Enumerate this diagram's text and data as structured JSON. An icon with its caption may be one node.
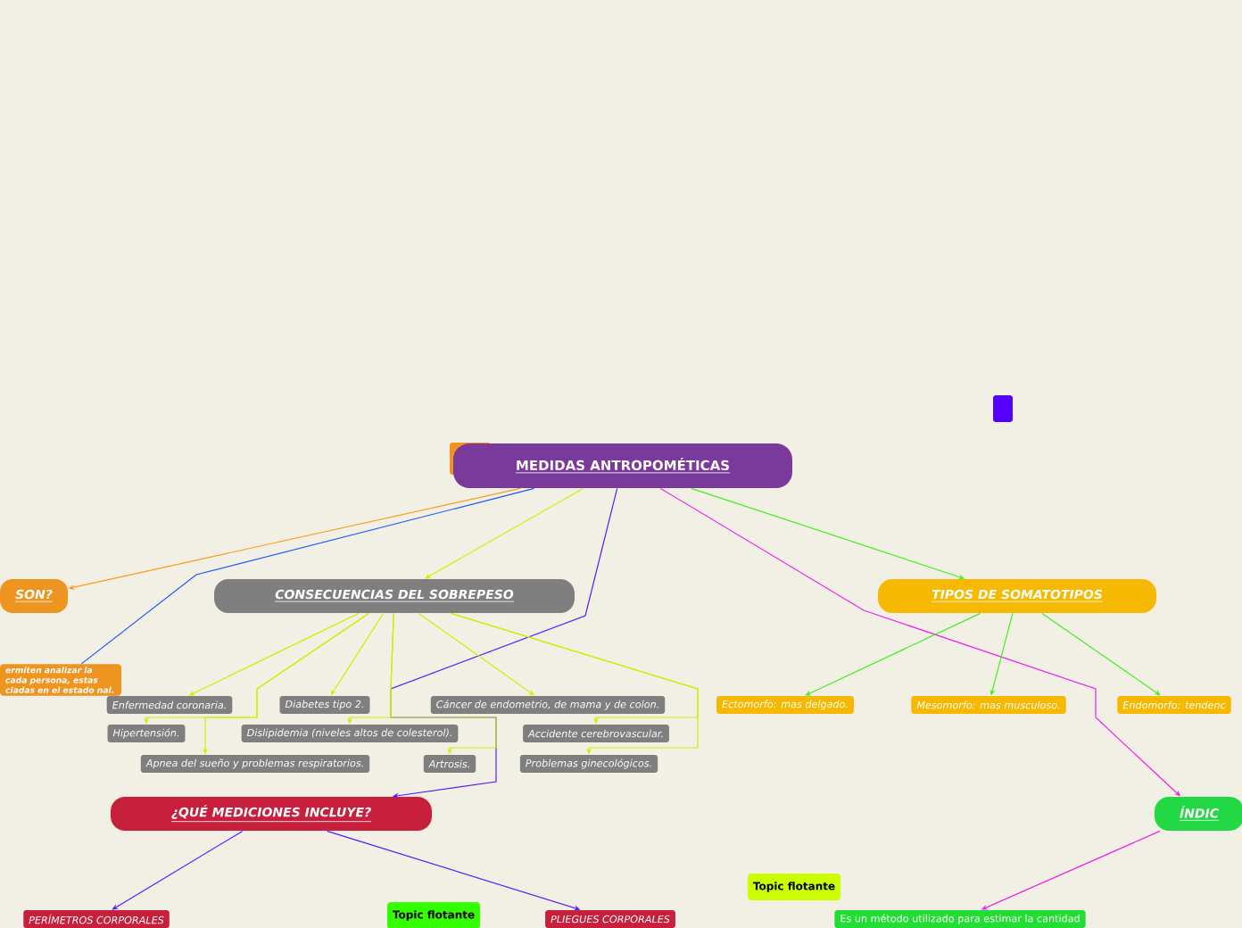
{
  "diagram": {
    "nodes": [
      {
        "text": [
          "MEDIDAS ANTROPOMÉTICAS"
        ]
      },
      {
        "text": [
          "SON?"
        ]
      },
      {
        "text": [
          "CONSECUENCIAS DEL SOBREPESO"
        ]
      },
      {
        "text": [
          "TIPOS DE SOMATOTIPOS"
        ]
      },
      {
        "text": [
          "ermiten analizar la cada persona, estas ciadas en el estado nal."
        ]
      },
      {
        "text": [
          "Enfermedad coronaria."
        ]
      },
      {
        "text": [
          "Diabetes tipo 2."
        ]
      },
      {
        "text": [
          "Cáncer de endometrio, de mama y de colon."
        ]
      },
      {
        "text": [
          "Ectomorfo: mas delgado."
        ]
      },
      {
        "text": [
          "Mesomorfo: mas musculoso."
        ]
      },
      {
        "text": [
          "Endomorfo: tendenc"
        ]
      },
      {
        "text": [
          "Hipertensión."
        ]
      },
      {
        "text": [
          "Dislipidemia (niveles altos de colesterol)."
        ]
      },
      {
        "text": [
          "Accidente cerebrovascular."
        ]
      },
      {
        "text": [
          "Apnea del sueño y problemas respiratorios."
        ]
      },
      {
        "text": [
          "Artrosis."
        ]
      },
      {
        "text": [
          "Problemas ginecológicos."
        ]
      },
      {
        "text": [
          "¿QUÉ MEDICIONES INCLUYE?"
        ]
      },
      {
        "text": [
          "ÍNDIC"
        ]
      },
      {
        "text": [
          "Topic flotante"
        ]
      },
      {
        "text": [
          "Topic flotante"
        ]
      },
      {
        "text": [
          "PERÍMETROS CORPORALES"
        ]
      },
      {
        "text": [
          "PLIEGUES CORPORALES"
        ]
      },
      {
        "text": [
          "Es un método utilizado para estimar la cantidad"
        ]
      },
      {
        "text": [],
        "shape": "box"
      }
    ],
    "edges": [
      {
        "from": 0,
        "to": 1,
        "arrow": "to",
        "color": "#ff9a1a"
      },
      {
        "from": 0,
        "to": 4,
        "arrow": "none",
        "color": "#1a55ff"
      },
      {
        "from": 0,
        "to": 2,
        "arrow": "to"
      },
      {
        "from": 0,
        "to": 17,
        "arrow": "to",
        "color": "#5a1aff"
      },
      {
        "from": 0,
        "to": 3,
        "arrow": "to",
        "color": "#44ee22"
      },
      {
        "from": 0,
        "to": 18,
        "arrow": "to",
        "color": "#ee22ee"
      },
      {
        "from": 2,
        "to": 5,
        "arrow": "to"
      },
      {
        "from": 2,
        "to": 6,
        "arrow": "to"
      },
      {
        "from": 2,
        "to": 7,
        "arrow": "to"
      },
      {
        "from": 2,
        "to": 11,
        "arrow": "to"
      },
      {
        "from": 2,
        "to": 12,
        "arrow": "to"
      },
      {
        "from": 2,
        "to": 13,
        "arrow": "to"
      },
      {
        "from": 2,
        "to": 14,
        "arrow": "to"
      },
      {
        "from": 2,
        "to": 15,
        "arrow": "to"
      },
      {
        "from": 2,
        "to": 16,
        "arrow": "to"
      },
      {
        "from": 3,
        "to": 8,
        "arrow": "to",
        "color": "#44ee22"
      },
      {
        "from": 3,
        "to": 9,
        "arrow": "to",
        "color": "#44ee22"
      },
      {
        "from": 3,
        "to": 10,
        "arrow": "to",
        "color": "#44ee22"
      },
      {
        "from": 17,
        "to": 21,
        "arrow": "to",
        "color": "#5a1aff"
      },
      {
        "from": 17,
        "to": 22,
        "arrow": "to",
        "color": "#5a1aff"
      },
      {
        "from": 18,
        "to": 23,
        "arrow": "to",
        "color": "#ee22ee"
      }
    ]
  }
}
